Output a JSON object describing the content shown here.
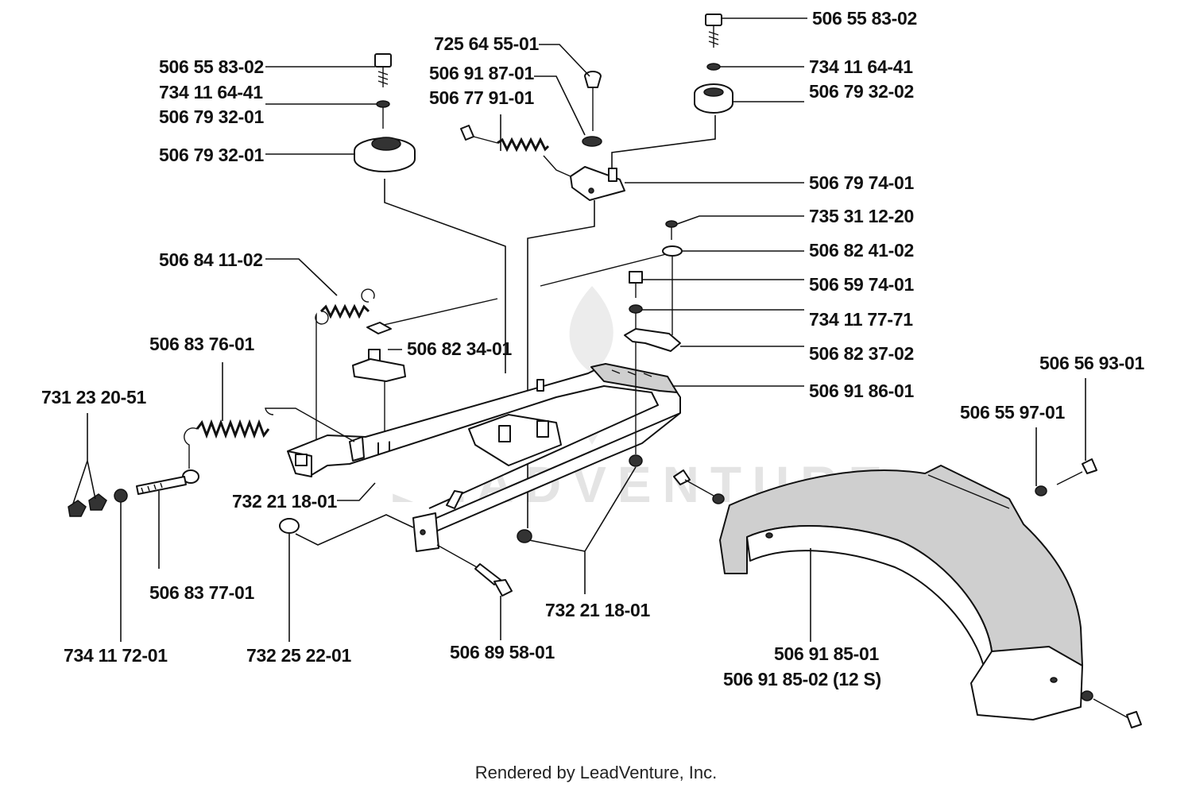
{
  "diagram": {
    "labels": [
      "506 55 83-02",
      "734 11 64-41",
      "506 79 32-01",
      "506 79 32-01",
      "725 64 55-01",
      "506 91 87-01",
      "506 77 91-01",
      "506 55 83-02",
      "734 11 64-41",
      "506 79 32-02",
      "506 79 74-01",
      "735 31 12-20",
      "506 82 41-02",
      "506 59 74-01",
      "734 11 77-71",
      "506 82 37-02",
      "506 91 86-01",
      "506 84 11-02",
      "506 82 34-01",
      "506 83 76-01",
      "731 23 20-51",
      "732 21 18-01",
      "506 83 77-01",
      "734 11 72-01",
      "732 25 22-01",
      "506 89 58-01",
      "732 21 18-01",
      "506 56 93-01",
      "506 55 97-01",
      "506 91 85-01",
      "506 91 85-02 (12 S)"
    ],
    "watermark": "LEADVENTURE"
  },
  "footer": {
    "text": "Rendered by LeadVenture, Inc."
  }
}
